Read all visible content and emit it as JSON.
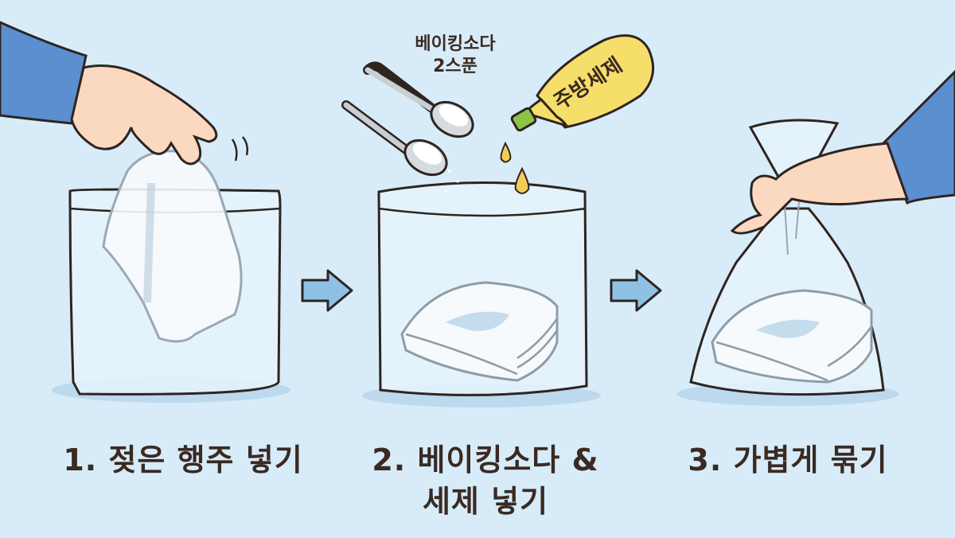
{
  "colors": {
    "background": "#d7ecf8",
    "outline": "#2e2420",
    "sleeve": "#5b8fcf",
    "skin": "#fbd8c0",
    "bag_fill": "#eaf5fc",
    "arrow_fill": "#8fc1e6",
    "bottle": "#f6de6a",
    "bottle_cap": "#8cc443",
    "towel": "#f6fafd",
    "text": "#3a2a22"
  },
  "steps": [
    {
      "number": "1",
      "caption": "1. 젖은 행주 넣기"
    },
    {
      "number": "2",
      "caption_line1": "2. 베이킹소다 &",
      "caption_line2": "세제 넣기"
    },
    {
      "number": "3",
      "caption": "3. 가볍게 묶기"
    }
  ],
  "annotations": {
    "baking_soda_line1": "베이킹소다",
    "baking_soda_line2": "2스푼",
    "detergent_bottle_label": "주방세제"
  },
  "arrows": [
    {
      "from": "step-1",
      "to": "step-2",
      "icon": "arrow-right-icon"
    },
    {
      "from": "step-2",
      "to": "step-3",
      "icon": "arrow-right-icon"
    }
  ]
}
